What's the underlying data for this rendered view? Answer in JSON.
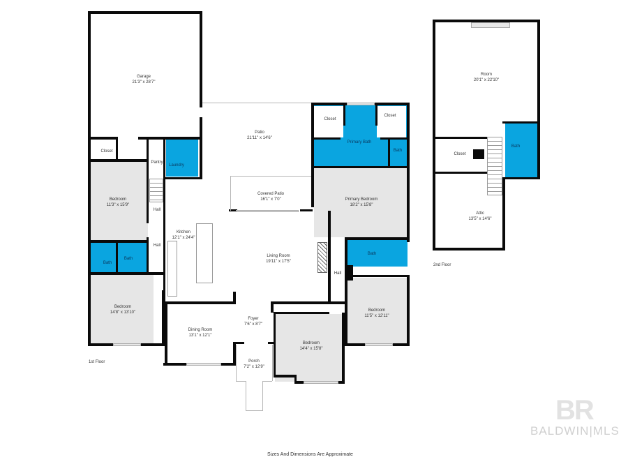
{
  "floors": [
    {
      "label": "1st Floor",
      "rooms": [
        {
          "name": "Garage",
          "dims": "21'3\" x 28'7\""
        },
        {
          "name": "Closet",
          "dims": ""
        },
        {
          "name": "Pantry",
          "dims": ""
        },
        {
          "name": "Laundry",
          "dims": ""
        },
        {
          "name": "Patio",
          "dims": "21'11\" x 14'6\""
        },
        {
          "name": "Closet",
          "dims": ""
        },
        {
          "name": "Primary Bath",
          "dims": ""
        },
        {
          "name": "Closet",
          "dims": ""
        },
        {
          "name": "Bath",
          "dims": ""
        },
        {
          "name": "Bedroom",
          "dims": "11'3\" x 15'9\""
        },
        {
          "name": "Hall",
          "dims": ""
        },
        {
          "name": "Covered Patio",
          "dims": "16'1\" x 7'0\""
        },
        {
          "name": "Primary Bedroom",
          "dims": "18'2\" x 15'8\""
        },
        {
          "name": "Kitchen",
          "dims": "12'1\" x 24'4\""
        },
        {
          "name": "Hall",
          "dims": ""
        },
        {
          "name": "Bath",
          "dims": ""
        },
        {
          "name": "Bath",
          "dims": ""
        },
        {
          "name": "Living Room",
          "dims": "19'11\" x 17'5\""
        },
        {
          "name": "Bath",
          "dims": ""
        },
        {
          "name": "Hall",
          "dims": ""
        },
        {
          "name": "Bedroom",
          "dims": "14'8\" x 13'10\""
        },
        {
          "name": "Bedroom",
          "dims": "11'5\" x 12'11\""
        },
        {
          "name": "Foyer",
          "dims": "7'6\" x 8'7\""
        },
        {
          "name": "Dining Room",
          "dims": "13'1\" x 12'1\""
        },
        {
          "name": "Bedroom",
          "dims": "14'4\" x 15'8\""
        },
        {
          "name": "Porch",
          "dims": "7'2\" x 12'9\""
        }
      ]
    },
    {
      "label": "2nd Floor",
      "rooms": [
        {
          "name": "Room",
          "dims": "20'1\" x 22'10\""
        },
        {
          "name": "Closet",
          "dims": ""
        },
        {
          "name": "Bath",
          "dims": ""
        },
        {
          "name": "Attic",
          "dims": "13'5\" x 14'6\""
        }
      ]
    }
  ],
  "footer": "Sizes And Dimensions Are Approximate",
  "watermark": {
    "mark": "BR",
    "name": "BALDWIN|MLS"
  },
  "colors": {
    "wall": "#0a0a0a",
    "bath_blue": "#0aa5e0",
    "bedroom_gray": "#e6e6e6",
    "background": "#ffffff"
  }
}
